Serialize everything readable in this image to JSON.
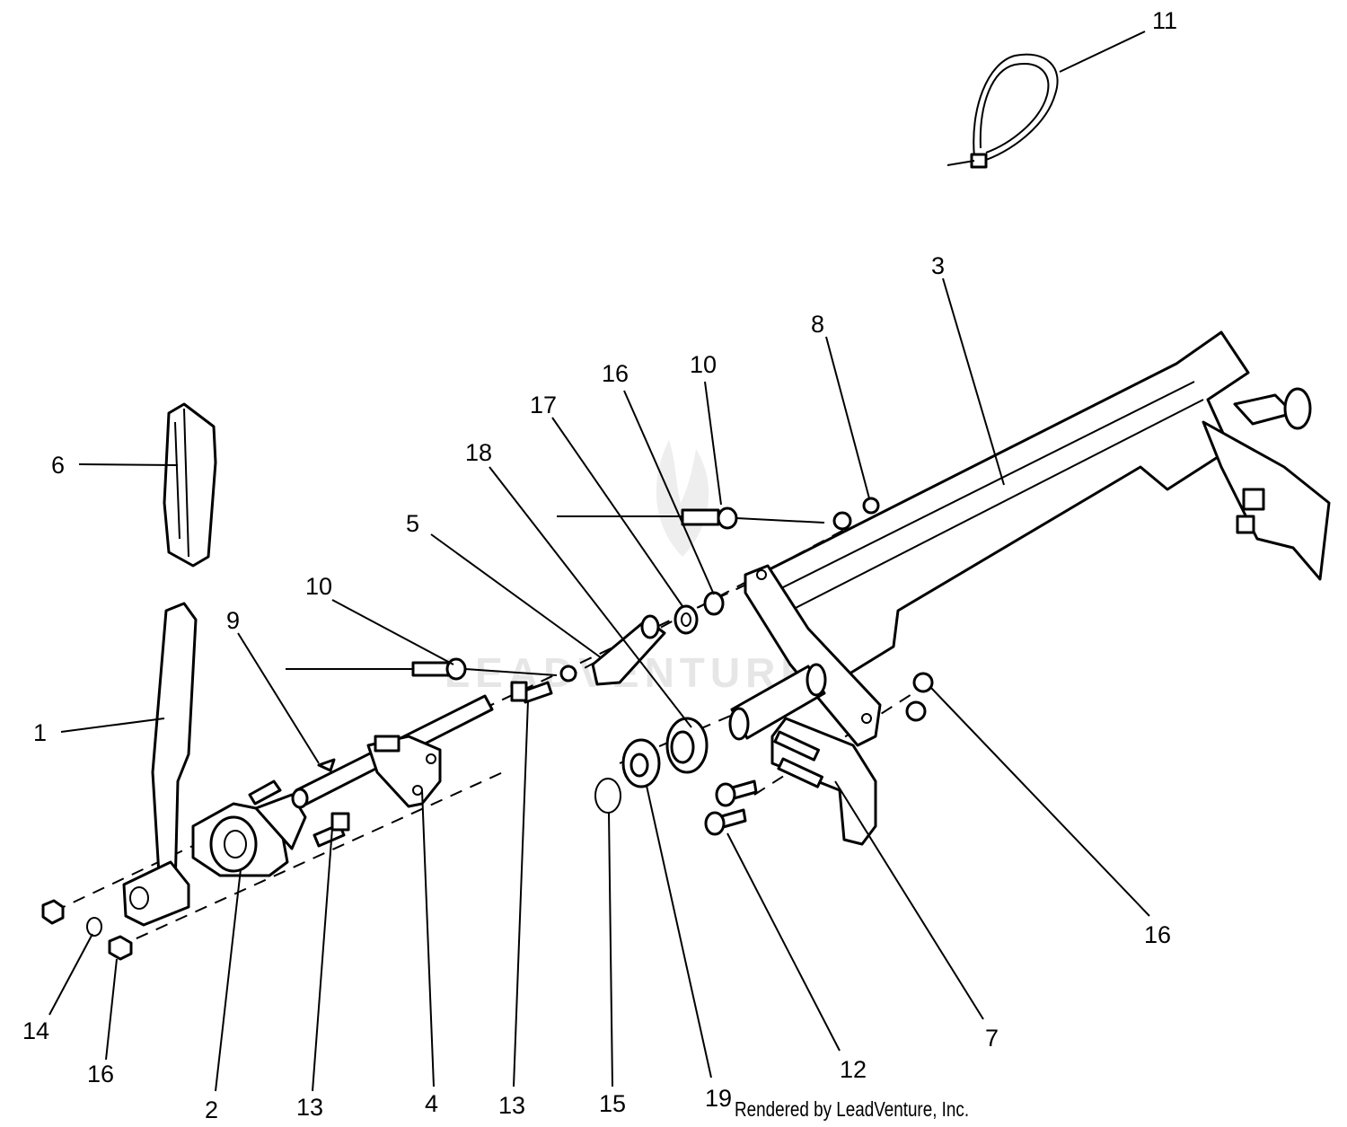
{
  "watermark": "LEADVENTURE",
  "credit": "Rendered by LeadVenture, Inc.",
  "callouts": {
    "c1": "1",
    "c2": "2",
    "c3": "3",
    "c4": "4",
    "c5": "5",
    "c6": "6",
    "c7": "7",
    "c8": "8",
    "c9": "9",
    "c10a": "10",
    "c10b": "10",
    "c11": "11",
    "c12": "12",
    "c13a": "13",
    "c13b": "13",
    "c14": "14",
    "c15": "15",
    "c16a": "16",
    "c16b": "16",
    "c16c": "16",
    "c17": "17",
    "c18": "18",
    "c19": "19"
  }
}
